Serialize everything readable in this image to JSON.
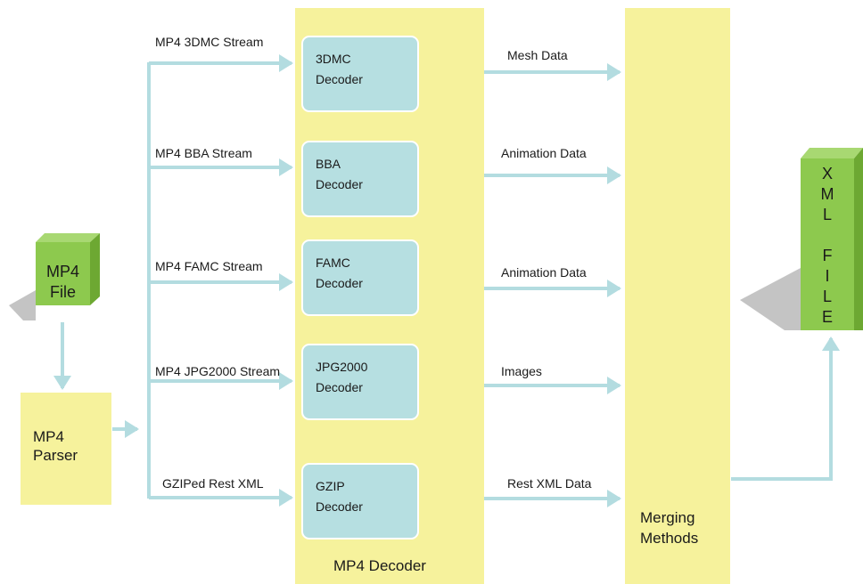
{
  "mp4_file": {
    "line1": "MP4",
    "line2": "File"
  },
  "parser": {
    "line1": "MP4",
    "line2": "Parser"
  },
  "decoder_panel": {
    "title": "MP4 Decoder"
  },
  "merge_panel": {
    "line1": "Merging",
    "line2": "Methods"
  },
  "xml_file": {
    "letters": [
      "X",
      "M",
      "L",
      "",
      "F",
      "I",
      "L",
      "E"
    ]
  },
  "streams": [
    {
      "input": "MP4 3DMC Stream",
      "decoder1": "3DMC",
      "decoder2": "Decoder",
      "output": "Mesh Data"
    },
    {
      "input": "MP4 BBA Stream",
      "decoder1": "BBA",
      "decoder2": "Decoder",
      "output": "Animation Data"
    },
    {
      "input": "MP4 FAMC Stream",
      "decoder1": "FAMC",
      "decoder2": "Decoder",
      "output": "Animation Data"
    },
    {
      "input": "MP4 JPG2000 Stream",
      "decoder1": "JPG2000",
      "decoder2": "Decoder",
      "output": "Images"
    },
    {
      "input": "GZIPed Rest XML",
      "decoder1": "GZIP",
      "decoder2": "Decoder",
      "output": "Rest XML Data"
    }
  ],
  "colors": {
    "arrow": "#b3dce0",
    "panel_yellow": "#f6f29c",
    "decoder_blue": "#b6dfe1",
    "cube_green": "#8dc94e",
    "shadow_gray": "#c4c4c4"
  }
}
